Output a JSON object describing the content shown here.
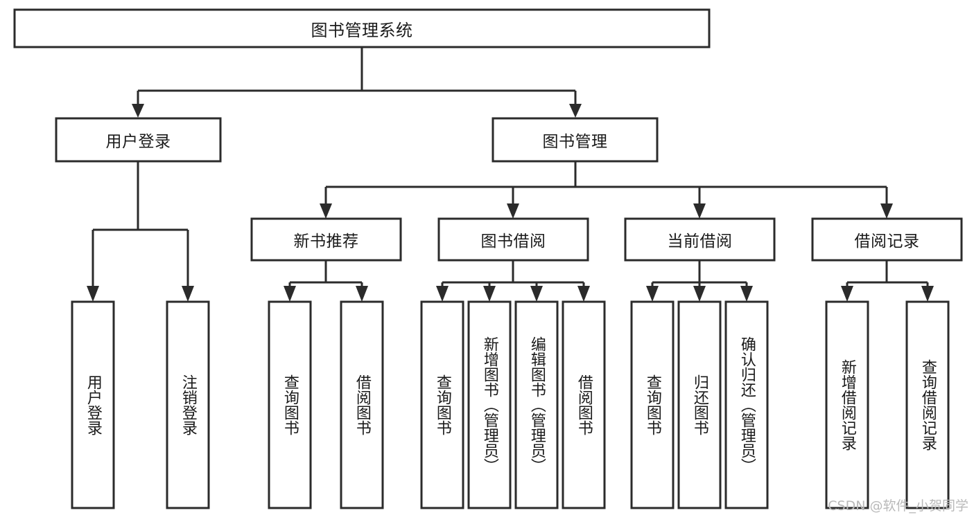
{
  "diagram": {
    "type": "tree-hierarchy-chart",
    "title": "图书管理系统",
    "watermark": "CSDN @软件_小贺同学",
    "colors": {
      "stroke": "#2b2b2b",
      "fill": "#ffffff",
      "text": "#1a1a1a",
      "watermark": "#b9b9b9"
    },
    "root": {
      "label": "图书管理系统"
    },
    "level2": [
      {
        "label": "用户登录"
      },
      {
        "label": "图书管理"
      }
    ],
    "level3": [
      {
        "label": "新书推荐"
      },
      {
        "label": "图书借阅"
      },
      {
        "label": "当前借阅"
      },
      {
        "label": "借阅记录"
      }
    ],
    "leaves": {
      "user_login": [
        {
          "label": "用户登录"
        },
        {
          "label": "注销登录"
        }
      ],
      "new_book": [
        {
          "label": "查询图书"
        },
        {
          "label": "借阅图书"
        }
      ],
      "book_borrow": [
        {
          "label": "查询图书"
        },
        {
          "label": "新增图书（管理员）"
        },
        {
          "label": "编辑图书（管理员）"
        },
        {
          "label": "借阅图书"
        }
      ],
      "current_borrow": [
        {
          "label": "查询图书"
        },
        {
          "label": "归还图书"
        },
        {
          "label": "确认归还（管理员）"
        }
      ],
      "borrow_record": [
        {
          "label": "新增借阅记录"
        },
        {
          "label": "查询借阅记录"
        }
      ]
    }
  }
}
